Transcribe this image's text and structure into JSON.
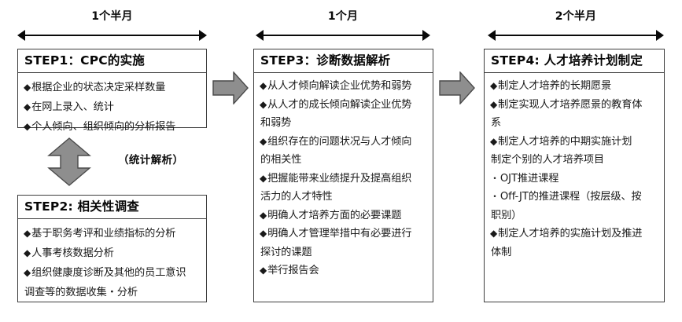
{
  "diagram": {
    "type": "process-flow",
    "title_visible": false,
    "colors": {
      "arrow_fill": "#8e8e8e",
      "arrow_stroke": "#4a4a4a",
      "box_border": "#3d3d3d",
      "text": "#1a1a1a",
      "background": "#ffffff"
    }
  },
  "timelines": [
    {
      "id": "timeline-1",
      "label": "1个半月",
      "spans": "STEP1 + STEP2"
    },
    {
      "id": "timeline-2",
      "label": "1个月",
      "spans": "STEP3"
    },
    {
      "id": "timeline-3",
      "label": "2个半月",
      "spans": "STEP4"
    }
  ],
  "steps": [
    {
      "id": "step1",
      "title": "STEP1：CPC的实施",
      "items": [
        {
          "mark": "◆",
          "text": "根据企业的状态决定采样数量"
        },
        {
          "mark": "◆",
          "text": "在网上录入、统计"
        },
        {
          "mark": "◆",
          "text": "个人倾向、组织倾向的分析报告"
        }
      ]
    },
    {
      "id": "step2",
      "title": "STEP2: 相关性调查",
      "items": [
        {
          "mark": "◆",
          "text": "基于职务考评和业绩指标的分析"
        },
        {
          "mark": "◆",
          "text": "人事考核数据分析"
        },
        {
          "mark": "◆",
          "text": "组织健康度诊断及其他的员工意识"
        },
        {
          "mark": "",
          "text": "调查等的数据收集・分析"
        }
      ]
    },
    {
      "id": "step3",
      "title": "STEP3：诊断数据解析",
      "items": [
        {
          "mark": "◆",
          "text": "从人才倾向解读企业优势和弱势"
        },
        {
          "mark": "◆",
          "text": "从人才的成长倾向解读企业优势"
        },
        {
          "mark": "",
          "text": "和弱势"
        },
        {
          "mark": "◆",
          "text": "组织存在的问题状况与人才倾向"
        },
        {
          "mark": "",
          "text": "的相关性"
        },
        {
          "mark": "◆",
          "text": "把握能带来业绩提升及提高组织"
        },
        {
          "mark": "",
          "text": "活力的人才特性"
        },
        {
          "mark": "◆",
          "text": "明确人才培养方面的必要课题"
        },
        {
          "mark": "◆",
          "text": "明确人才管理举措中有必要进行"
        },
        {
          "mark": "",
          "text": "探讨的课题"
        },
        {
          "mark": "◆",
          "text": "举行报告会"
        }
      ]
    },
    {
      "id": "step4",
      "title": "STEP4: 人才培养计划制定",
      "items": [
        {
          "mark": "◆",
          "text": "制定人才培养的长期愿景"
        },
        {
          "mark": "◆",
          "text": "制定实现人才培养愿景的教育体"
        },
        {
          "mark": "",
          "text": "系"
        },
        {
          "mark": "◆",
          "text": "制定人才培养的中期实施计划"
        },
        {
          "mark": "",
          "text": "制定个别的人才培养项目"
        },
        {
          "mark": "・",
          "text": "OJT推进课程"
        },
        {
          "mark": "・",
          "text": "Off-JT的推进课程（按层级、按"
        },
        {
          "mark": "",
          "text": "职别）"
        },
        {
          "mark": "◆",
          "text": "制定人才培养的实施计划及推进"
        },
        {
          "mark": "",
          "text": "体制"
        }
      ]
    }
  ],
  "annotations": [
    {
      "id": "statistics-note",
      "text": "（统计解析）"
    }
  ],
  "connectors": [
    {
      "id": "arrow-step1-to-step3",
      "kind": "block-arrow-right"
    },
    {
      "id": "arrow-step3-to-step4",
      "kind": "block-arrow-right"
    },
    {
      "id": "arrow-step1-step2",
      "kind": "double-arrow-vertical"
    }
  ]
}
